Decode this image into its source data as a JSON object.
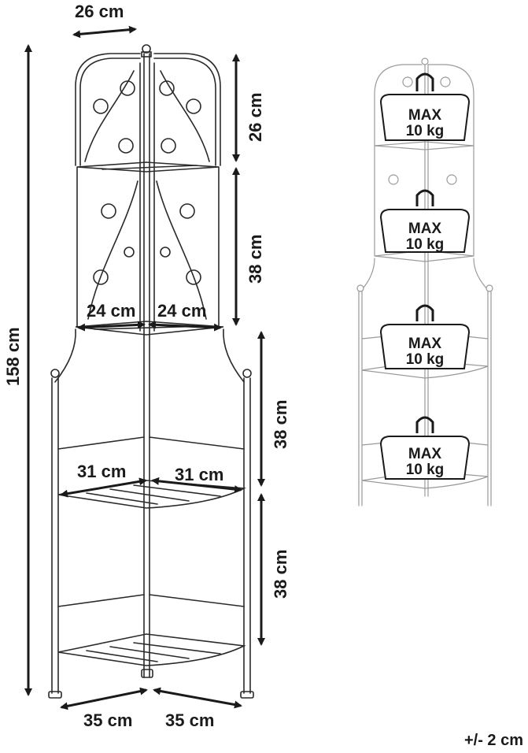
{
  "dimensions": {
    "top_width": "26 cm",
    "total_height": "158 cm",
    "top_section_height": "26 cm",
    "section_2_height": "38 cm",
    "section_3_height": "38 cm",
    "section_4_height": "38 cm",
    "shelf_2_left": "24 cm",
    "shelf_2_right": "24 cm",
    "shelf_3_left": "31 cm",
    "shelf_3_right": "31 cm",
    "base_left": "35 cm",
    "base_right": "35 cm"
  },
  "load_labels": [
    {
      "max": "MAX",
      "weight": "10 kg"
    },
    {
      "max": "MAX",
      "weight": "10 kg"
    },
    {
      "max": "MAX",
      "weight": "10 kg"
    },
    {
      "max": "MAX",
      "weight": "10 kg"
    }
  ],
  "tolerance": "+/- 2 cm"
}
